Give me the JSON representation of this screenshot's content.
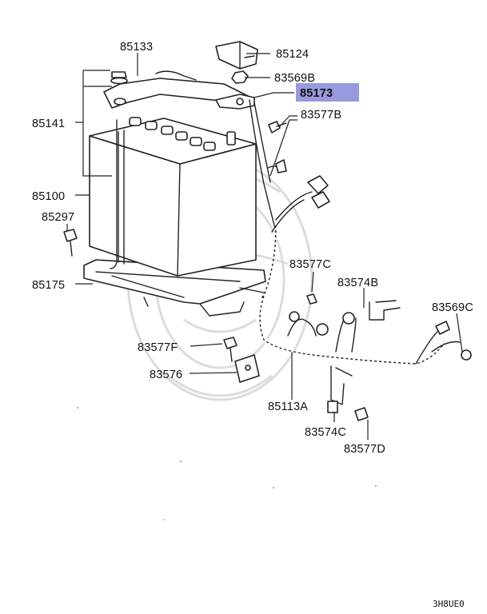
{
  "parts": {
    "p85133": "85133",
    "p85124": "85124",
    "p83569B": "83569B",
    "p85173": "85173",
    "p83577B": "83577B",
    "p85141": "85141",
    "p85100": "85100",
    "p85297": "85297",
    "p85175": "85175",
    "p83577C": "83577C",
    "p83574B": "83574B",
    "p83569C": "83569C",
    "p83577F": "83577F",
    "p83576": "83576",
    "p85113A": "85113A",
    "p83574C": "83574C",
    "p83577D": "83577D"
  },
  "highlight_color": "#9999dd",
  "figure_code": "3H8UE0"
}
